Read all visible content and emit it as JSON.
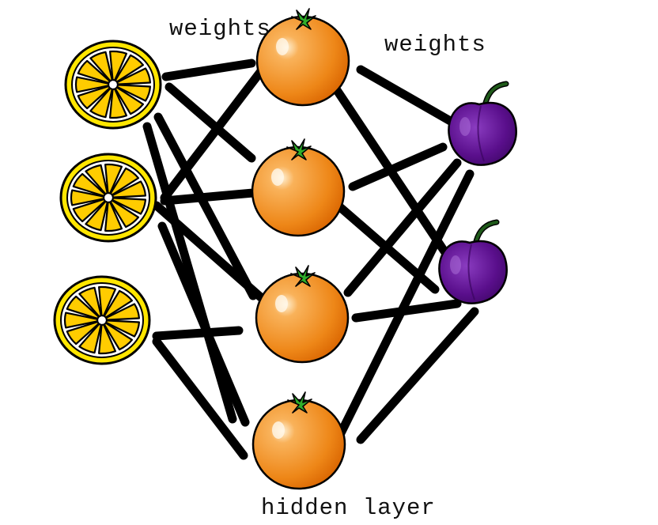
{
  "labels": {
    "weights_left": "weights",
    "weights_right": "weights",
    "hidden_layer": "hidden layer"
  },
  "layers": {
    "input": {
      "count": 3,
      "icon": "lemon-slice-icon"
    },
    "hidden": {
      "count": 4,
      "icon": "orange-icon"
    },
    "output": {
      "count": 2,
      "icon": "plum-icon"
    }
  },
  "colors": {
    "connection": "#000000",
    "lemon_rind": "#ffe600",
    "lemon_segment": "#ffcc00",
    "orange": "#f08a1c",
    "orange_dark": "#d96400",
    "leaf": "#2fae2a",
    "plum": "#5a0f8c",
    "plum_dark": "#3a0660",
    "stem": "#1f5a1a"
  }
}
